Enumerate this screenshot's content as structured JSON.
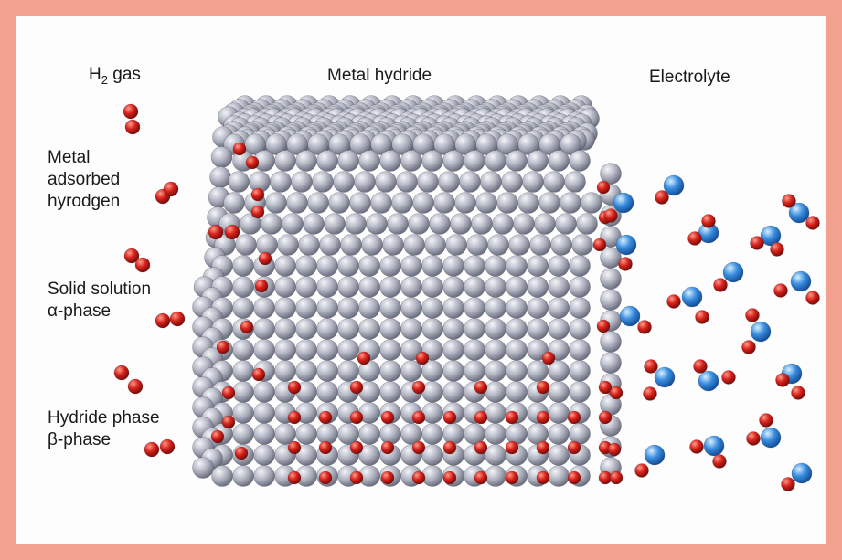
{
  "labels": {
    "h2_gas_prefix": "H",
    "h2_gas_sub": "2",
    "h2_gas_suffix": " gas",
    "metal_hydride": "Metal hydride",
    "electrolyte": "Electrolyte",
    "metal_adsorbed": [
      "Metal",
      "adsorbed",
      "hyrodgen"
    ],
    "solid_solution": [
      "Solid solution",
      "α-phase"
    ],
    "hydride_phase": [
      "Hydride phase",
      "β-phase"
    ]
  },
  "colors": {
    "frame": "#f2a090",
    "metal_atom": "#aeb1be",
    "hydrogen_atom": "#cc1f1a",
    "oxygen_atom": "#3a8ee0"
  }
}
